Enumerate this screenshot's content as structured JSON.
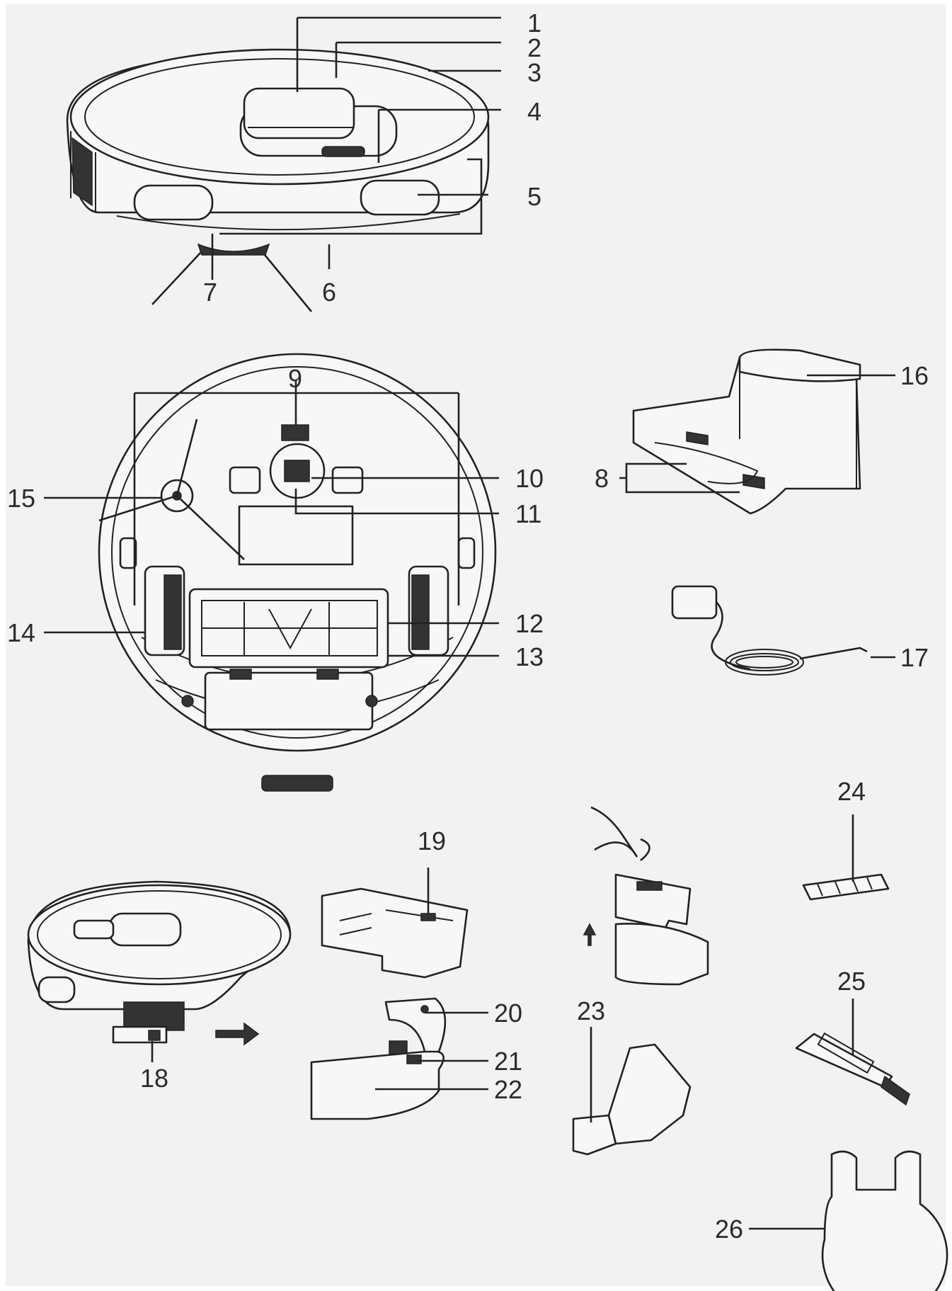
{
  "figure": {
    "labels": [
      "1",
      "2",
      "3",
      "4",
      "5",
      "6",
      "7",
      "8",
      "9",
      "10",
      "11",
      "12",
      "13",
      "14",
      "15",
      "16",
      "17",
      "18",
      "19",
      "20",
      "21",
      "22",
      "23",
      "24",
      "25",
      "26"
    ]
  },
  "colors": {
    "background": "#f2f2f2",
    "line": "#222222",
    "fill": "#f7f7f7"
  }
}
